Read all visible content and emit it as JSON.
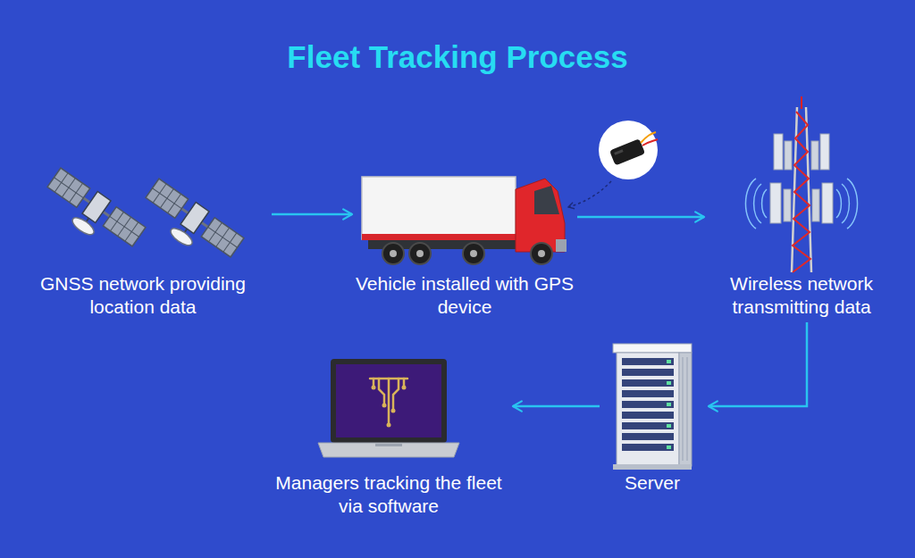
{
  "diagram": {
    "title": "Fleet Tracking Process",
    "nodes": [
      {
        "text": [
          "GNSS network providing location data"
        ]
      },
      {
        "text": [
          "Vehicle installed with GPS device"
        ]
      },
      {
        "text": [
          "Wireless network transmitting data"
        ]
      },
      {
        "text": [
          "Server"
        ]
      },
      {
        "text": [
          "Managers tracking the fleet via software"
        ]
      }
    ],
    "edges": [
      {
        "from": 0,
        "to": 1,
        "arrow": "to"
      },
      {
        "from": 1,
        "to": 2,
        "arrow": "to"
      },
      {
        "from": 2,
        "to": 3,
        "arrow": "to"
      },
      {
        "from": 3,
        "to": 4,
        "arrow": "to"
      }
    ]
  }
}
